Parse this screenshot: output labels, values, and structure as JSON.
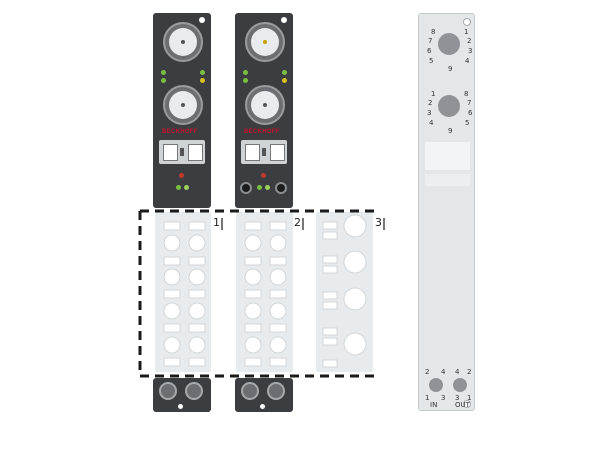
{
  "module1": {
    "brand": "BECKHOFF"
  },
  "module2": {
    "brand": "BECKHOFF"
  },
  "slots": [
    {
      "number": "1"
    },
    {
      "number": "2"
    },
    {
      "number": "3"
    }
  ],
  "side_view": {
    "upper_pins": [
      "8",
      "1",
      "7",
      "2",
      "6",
      "3",
      "5",
      "4",
      "9"
    ],
    "middle_pins": [
      "1",
      "8",
      "2",
      "7",
      "3",
      "6",
      "4",
      "5",
      "9"
    ],
    "in_pins": [
      "2",
      "4",
      "1",
      "3"
    ],
    "out_pins": [
      "4",
      "2",
      "3",
      "1"
    ],
    "in_label": "IN",
    "out_label": "OUT"
  }
}
